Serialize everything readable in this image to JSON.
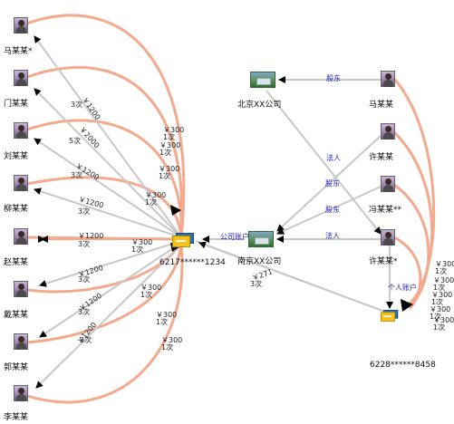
{
  "persons_left": [
    {
      "name": "马某某*"
    },
    {
      "name": "门某某"
    },
    {
      "name": "刘某某"
    },
    {
      "name": "柳某某"
    },
    {
      "name": "赵某某"
    },
    {
      "name": "戴某某"
    },
    {
      "name": "郭某某"
    },
    {
      "name": "李某某"
    }
  ],
  "persons_right": [
    {
      "name": "马某某"
    },
    {
      "name": "许某某"
    },
    {
      "name": "冯某某**"
    },
    {
      "name": "许某某*"
    }
  ],
  "companies": [
    {
      "name": "北京XX公司"
    },
    {
      "name": "南京XX公司"
    }
  ],
  "accounts": [
    {
      "number": "6217******1234"
    },
    {
      "number": "6228******8458"
    }
  ],
  "relations": {
    "shareholder": "股东",
    "legal": "法人",
    "company_account": "公司账户",
    "personal_account": "个人账户"
  },
  "left_transfers": [
    {
      "amount": "￥1200",
      "count": "3次"
    },
    {
      "amount": "￥2000",
      "count": "5次"
    },
    {
      "amount": "￥1200",
      "count": "3次"
    },
    {
      "amount": "￥1200",
      "count": "3次"
    },
    {
      "amount": "￥1200",
      "count": "3次"
    },
    {
      "amount": "￥1200",
      "count": "3次"
    },
    {
      "amount": "￥1200",
      "count": "3次"
    },
    {
      "amount": "￥1200",
      "count": "3次"
    }
  ],
  "left_returns": [
    {
      "amount": "￥300",
      "count": "1次"
    },
    {
      "amount": "￥300",
      "count": "1次"
    },
    {
      "amount": "￥300",
      "count": "1次"
    },
    {
      "amount": "￥300",
      "count": "1次"
    },
    {
      "amount": "￥300",
      "count": "1次"
    },
    {
      "amount": "￥300",
      "count": "1次"
    },
    {
      "amount": "￥300",
      "count": "1次"
    },
    {
      "amount": "￥300",
      "count": "1次"
    }
  ],
  "cross_transfer": {
    "amount": "￥271",
    "count": "3次"
  },
  "right_returns": [
    {
      "amount": "￥300",
      "count": "1次"
    },
    {
      "amount": "￥300",
      "count": "1次"
    },
    {
      "amount": "￥300",
      "count": "1次"
    },
    {
      "amount": "￥300",
      "count": "1次"
    },
    {
      "amount": "￥300",
      "count": "1次"
    }
  ],
  "colors": {
    "flow_in": "#f4a98c",
    "link": "#c8c8c8",
    "relation_text": "#1a1ac8"
  }
}
